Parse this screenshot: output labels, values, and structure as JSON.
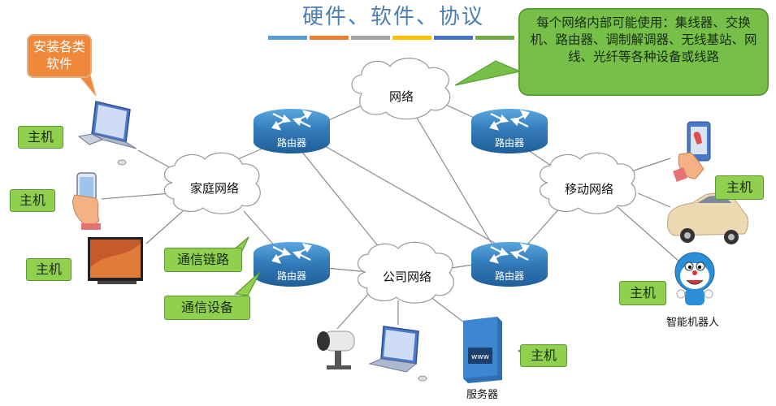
{
  "title": "硬件、软件、协议",
  "title_bar_colors": [
    "#5b9bd5",
    "#ed7d31",
    "#a5a5a5",
    "#ffc000",
    "#4472c4",
    "#70ad47"
  ],
  "callout_top_right": "每个网络内部可能使用：集线器、交换机、路由器、调制解调器、无线基站、网线、光纤等各种设备或线路",
  "callout_software": "安装各类软件",
  "clouds": {
    "internet": "网络",
    "home": "家庭网络",
    "company": "公司网络",
    "mobile": "移动网络"
  },
  "router_label": "路由器",
  "host_label": "主机",
  "labels": {
    "comm_link": "通信链路",
    "comm_device": "通信设备"
  },
  "captions": {
    "server": "服务器",
    "robot": "智能机器人",
    "server_screen": "www"
  },
  "icons": [
    "laptop-icon",
    "smartphone-icon",
    "tv-icon",
    "router-icon",
    "security-camera-icon",
    "server-icon",
    "car-icon",
    "robot-icon",
    "cloud-icon"
  ]
}
